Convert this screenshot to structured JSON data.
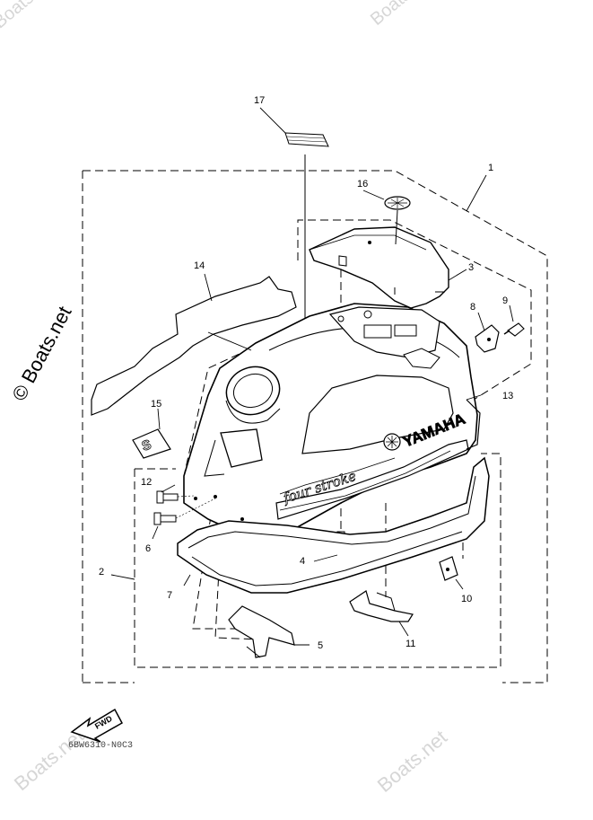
{
  "diagram": {
    "callouts": {
      "c1": "1",
      "c2": "2",
      "c3": "3",
      "c4": "4",
      "c5": "5",
      "c6": "6",
      "c7": "7",
      "c8": "8",
      "c9": "9",
      "c10": "10",
      "c11": "11",
      "c12": "12",
      "c13": "13",
      "c14": "14",
      "c15": "15",
      "c16": "16",
      "c17": "17"
    },
    "brand_text": "YAMAHA",
    "model_text": "four stroke",
    "emblem_letter": "S",
    "fwd_text": "FWD",
    "drawing_code": "6BW6310-N0C3"
  },
  "watermark": {
    "text": "Boats.net",
    "main_text": "© Boats.net"
  }
}
